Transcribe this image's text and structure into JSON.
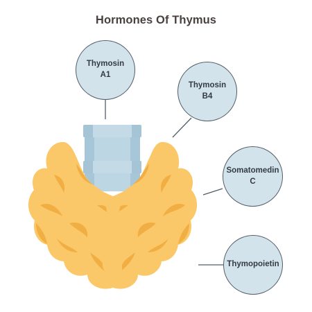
{
  "title": "Hormones Of Thymus",
  "hormones": [
    {
      "label": "Thymosin\nA1"
    },
    {
      "label": "Thymosin\nB4"
    },
    {
      "label": "Somatomedin\nC"
    },
    {
      "label": "Thymopoietin"
    }
  ],
  "colors": {
    "gland_fill": "#fbc869",
    "gland_shade": "#f0ae43",
    "trachea": "#b8d3e2",
    "trachea_ring": "#a5c4d6",
    "bubble_fill": "#d3e3ec",
    "outline": "#525c66",
    "title": "#4a4040"
  }
}
